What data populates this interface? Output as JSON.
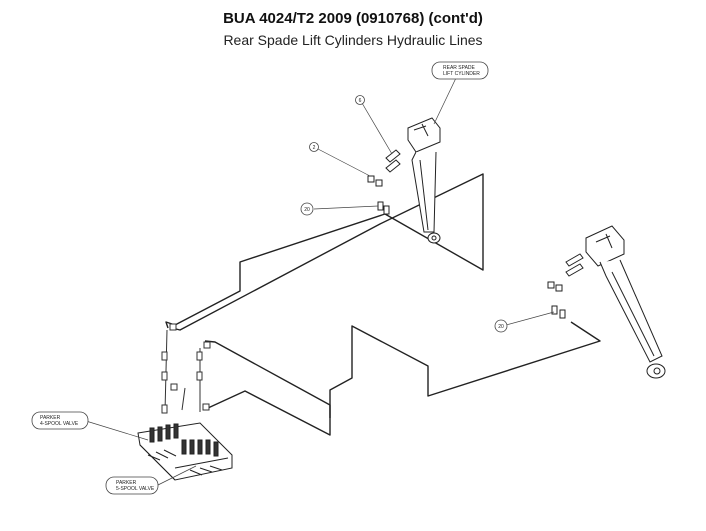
{
  "header": {
    "title": "BUA 4024/T2 2009 (0910768) (cont'd)",
    "subtitle": "Rear Spade Lift Cylinders Hydraulic Lines"
  },
  "callouts": {
    "rear_spade_line1": "REAR SPADE",
    "rear_spade_line2": "LIFT CYLINDER",
    "parker4_line1": "PARKER",
    "parker4_line2": "4-SPOOL VALVE",
    "parker5_line1": "PARKER",
    "parker5_line2": "5-SPOOL VALVE"
  },
  "item_numbers": {
    "item_6": "6",
    "item_2": "2",
    "item_20_upper": "20",
    "item_20_lower": "20"
  }
}
